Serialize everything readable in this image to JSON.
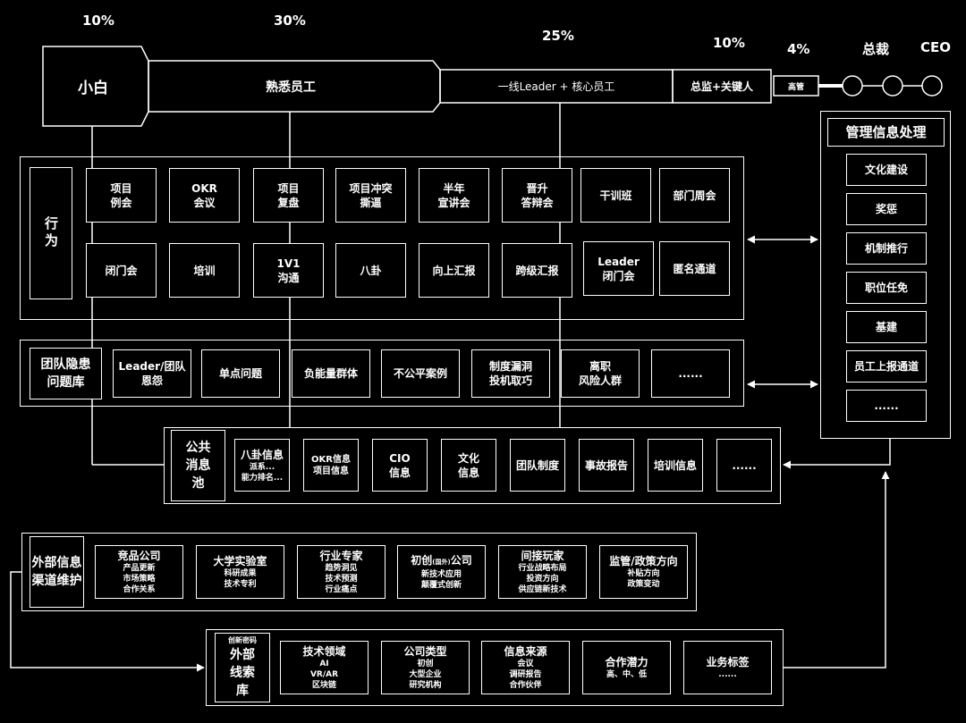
{
  "percentages": [
    "10%",
    "30%",
    "25%",
    "10%",
    "4%"
  ],
  "top_labels": {
    "president": "总裁",
    "ceo": "CEO"
  },
  "stages": [
    "小白",
    "熟悉员工",
    "一线Leader + 核心员工",
    "总监+关键人",
    "高管"
  ],
  "behavior": {
    "label": "行为",
    "row1": [
      [
        "项目",
        "例会"
      ],
      [
        "OKR",
        "会议"
      ],
      [
        "项目",
        "复盘"
      ],
      [
        "项目冲突",
        "撕逼"
      ],
      [
        "半年",
        "宣讲会"
      ],
      [
        "晋升",
        "答辩会"
      ],
      [
        "干训班"
      ],
      [
        "部门周会"
      ]
    ],
    "row2": [
      [
        "闭门会"
      ],
      [
        "培训"
      ],
      [
        "1V1",
        "沟通"
      ],
      [
        "八卦"
      ],
      [
        "向上汇报"
      ],
      [
        "跨级汇报"
      ],
      [
        "Leader",
        "闭门会"
      ],
      [
        "匿名通道"
      ]
    ]
  },
  "risk_library": {
    "label": "团队隐患问题库",
    "items": [
      [
        "Leader/团队",
        "恩怨"
      ],
      [
        "单点问题"
      ],
      [
        "负能量群体"
      ],
      [
        "不公平案例"
      ],
      [
        "制度漏洞",
        "投机取巧"
      ],
      [
        "离职",
        "风险人群"
      ],
      [
        "......"
      ]
    ]
  },
  "public_pool": {
    "label": "公共消息池",
    "items": [
      {
        "title": "八卦信息",
        "subs": [
          "派系...",
          "能力排名..."
        ]
      },
      {
        "title": "OKR信息",
        "subs": [
          "项目信息"
        ]
      },
      {
        "title": "CIO",
        "subs": [
          "信息"
        ]
      },
      {
        "title": "文化",
        "subs": [
          "信息"
        ]
      },
      {
        "title": "团队制度",
        "subs": []
      },
      {
        "title": "事故报告",
        "subs": []
      },
      {
        "title": "培训信息",
        "subs": []
      },
      {
        "title": "......",
        "subs": []
      }
    ]
  },
  "management": {
    "title": "管理信息处理",
    "items": [
      "文化建设",
      "奖惩",
      "机制推行",
      "职位任免",
      "基建",
      "员工上报通道",
      "......"
    ]
  },
  "external": {
    "label": "外部信息渠道维护",
    "items": [
      {
        "title": "竞品公司",
        "subs": [
          "产品更新",
          "市场策略",
          "合作关系"
        ]
      },
      {
        "title": "大学实验室",
        "subs": [
          "科研成果",
          "技术专利"
        ]
      },
      {
        "title": "行业专家",
        "subs": [
          "趋势洞见",
          "技术预测",
          "行业痛点"
        ]
      },
      {
        "title": "初创",
        "title_small": "(国外)",
        "title_end": "公司",
        "subs": [
          "新技术应用",
          "颠覆式创新"
        ]
      },
      {
        "title": "间接玩家",
        "subs": [
          "行业战略布局",
          "投资方向",
          "供应链新技术"
        ]
      },
      {
        "title": "监管/政策方向",
        "subs": [
          "补贴方向",
          "政策变动"
        ]
      }
    ]
  },
  "clue": {
    "label_small": "创新密码",
    "label": "外部线索库",
    "items": [
      {
        "title": "技术领域",
        "subs": [
          "AI",
          "VR/AR",
          "区块链"
        ]
      },
      {
        "title": "公司类型",
        "subs": [
          "初创",
          "大型企业",
          "研究机构"
        ]
      },
      {
        "title": "信息来源",
        "subs": [
          "会议",
          "调研报告",
          "合作伙伴"
        ]
      },
      {
        "title": "合作潜力",
        "subs": [
          "高、中、低"
        ]
      },
      {
        "title": "业务标签",
        "subs": [
          "......"
        ]
      }
    ]
  }
}
